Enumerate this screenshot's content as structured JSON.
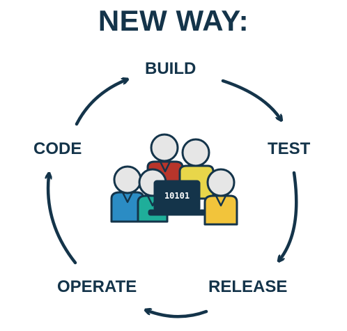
{
  "title": "NEW WAY:",
  "stages": {
    "build": "BUILD",
    "test": "TEST",
    "release": "RELEASE",
    "operate": "OPERATE",
    "code": "CODE"
  },
  "laptop_screen_text": "10101",
  "colors": {
    "text": "#14344a",
    "arrow": "#14344a",
    "person_head": "#e6e6e6",
    "shirt_blue": "#2b8cc4",
    "shirt_teal": "#1fae9a",
    "shirt_red": "#b8352b",
    "shirt_yellow": "#f2c43b",
    "laptop": "#14344a"
  }
}
